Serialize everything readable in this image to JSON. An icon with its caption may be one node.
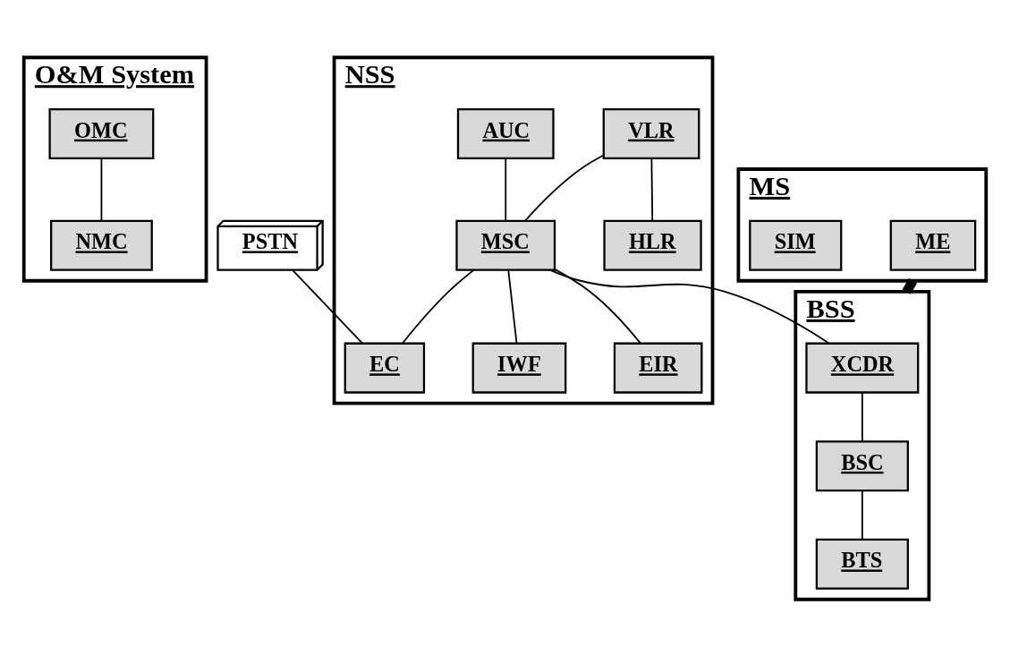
{
  "diagram": {
    "nodes": [
      {
        "text": [
          "O&M System"
        ]
      },
      {
        "text": [
          "OMC"
        ],
        "in": 0
      },
      {
        "text": [
          "NMC"
        ],
        "in": 0
      },
      {
        "text": [
          "NSS"
        ]
      },
      {
        "text": [
          "VLR"
        ],
        "in": 3
      },
      {
        "text": [
          "HLR"
        ],
        "in": 3
      },
      {
        "text": [
          "AUC"
        ],
        "in": 3
      },
      {
        "text": [
          "MSC"
        ],
        "in": 3
      },
      {
        "text": [
          "EIR"
        ],
        "in": 3
      },
      {
        "text": [
          "EC"
        ],
        "in": 3
      },
      {
        "text": [
          "IWF"
        ],
        "in": 3
      },
      {
        "text": [
          "PSTN"
        ]
      },
      {
        "text": [
          "MS"
        ]
      },
      {
        "text": [
          "ME"
        ],
        "in": 12
      },
      {
        "text": [
          "SIM"
        ],
        "in": 12
      },
      {
        "text": [
          "BSS"
        ]
      },
      {
        "text": [
          "XCDR"
        ],
        "in": 15
      },
      {
        "text": [
          "BSC"
        ],
        "in": 15
      },
      {
        "text": [
          "BTS"
        ],
        "in": 15
      }
    ],
    "edges": [
      {
        "from": 1,
        "to": 2,
        "arrow": "none"
      },
      {
        "from": 4,
        "to": 5,
        "arrow": "none"
      },
      {
        "from": 4,
        "to": 7,
        "arrow": "none"
      },
      {
        "from": 6,
        "to": 7,
        "arrow": "none"
      },
      {
        "from": 7,
        "to": 8,
        "arrow": "none"
      },
      {
        "from": 7,
        "to": 9,
        "arrow": "none"
      },
      {
        "from": 7,
        "to": 10,
        "arrow": "none"
      },
      {
        "from": 7,
        "to": 16,
        "arrow": "none"
      },
      {
        "from": 11,
        "to": 9,
        "arrow": "none"
      },
      {
        "from": 16,
        "to": 17,
        "arrow": "none"
      },
      {
        "from": 17,
        "to": 18,
        "arrow": "none"
      },
      {
        "from": 12,
        "to": 15,
        "arrow": "none",
        "style": "thick"
      }
    ]
  }
}
